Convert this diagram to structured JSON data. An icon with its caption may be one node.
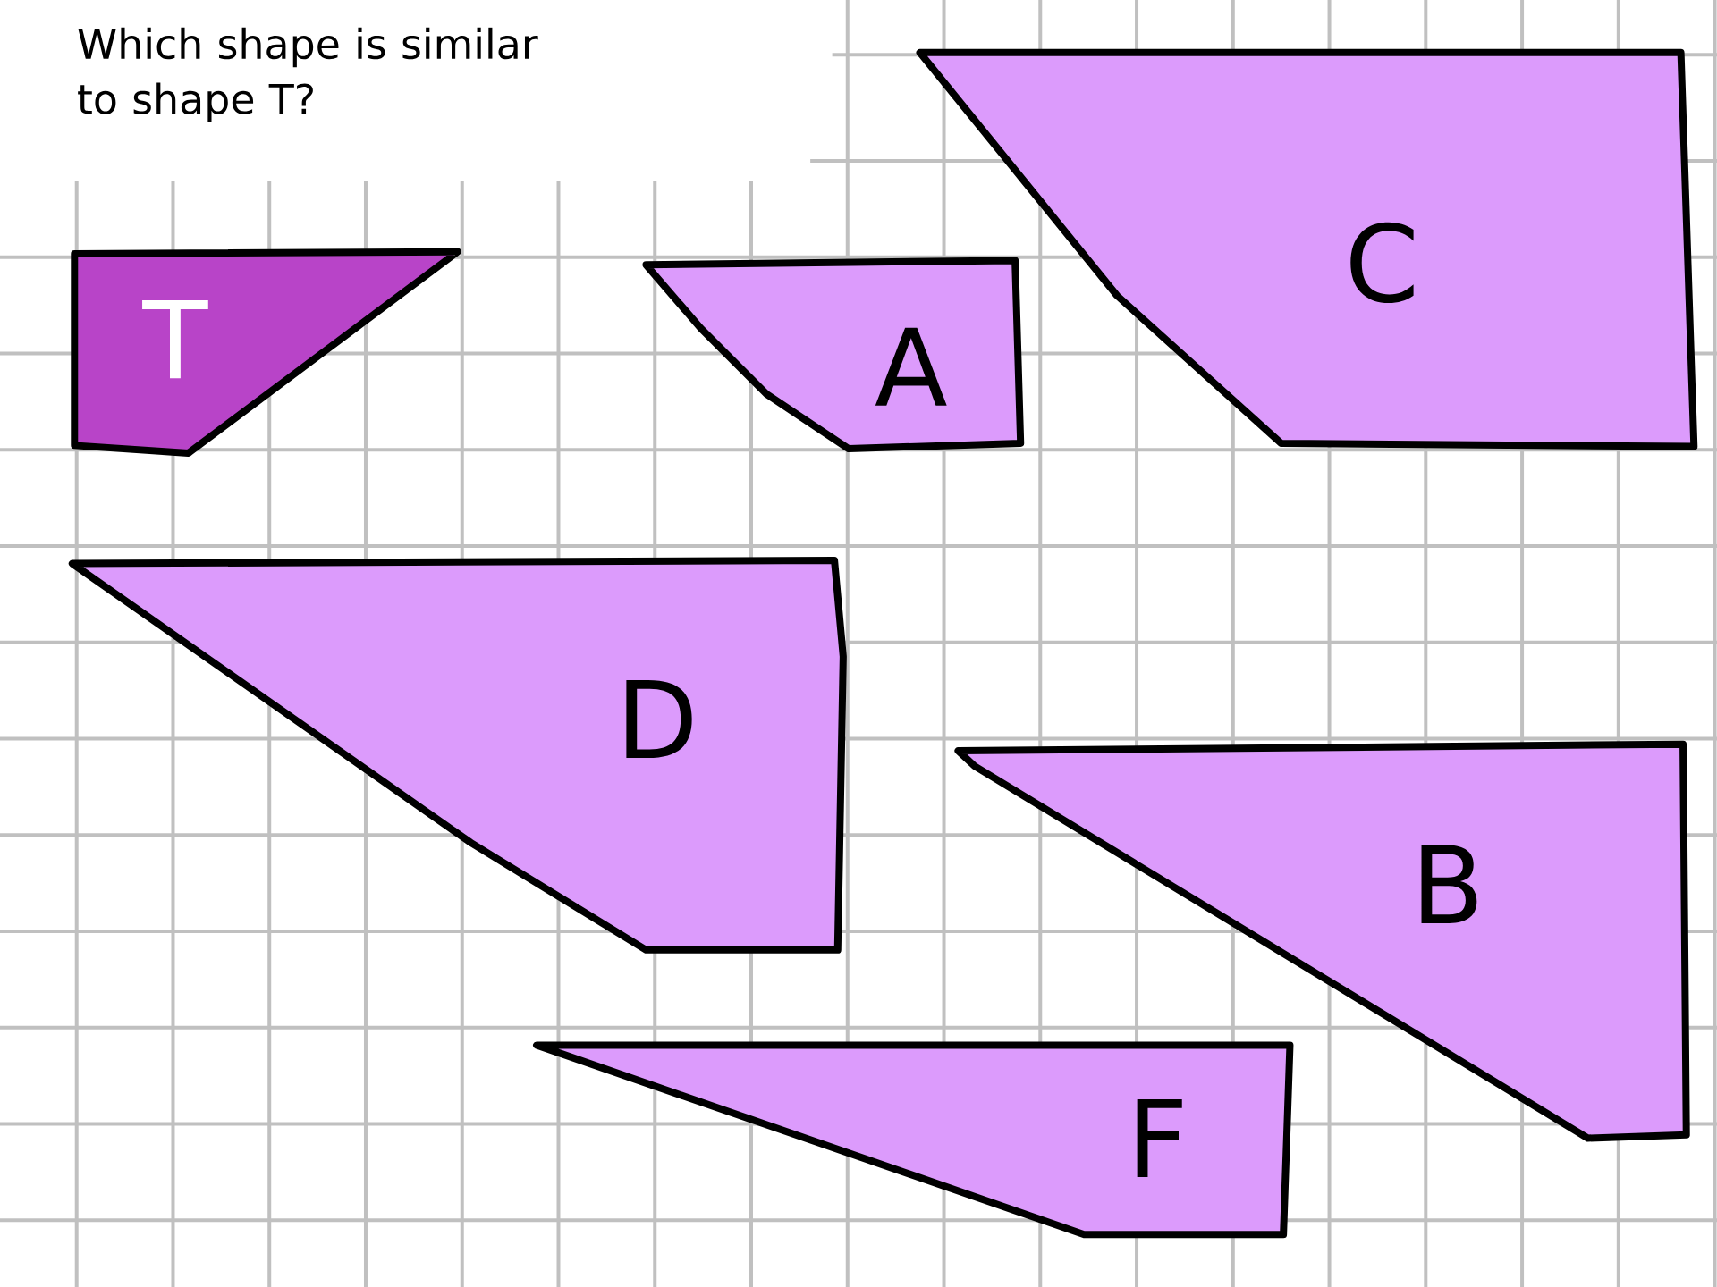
{
  "diagram": {
    "title": "Which shape is similar to shape T?",
    "nodes": [
      {
        "text": [
          "T"
        ]
      },
      {
        "text": [
          "A"
        ]
      },
      {
        "text": [
          "C"
        ]
      },
      {
        "text": [
          "D"
        ]
      },
      {
        "text": [
          "B"
        ]
      },
      {
        "text": [
          "F"
        ]
      }
    ]
  }
}
